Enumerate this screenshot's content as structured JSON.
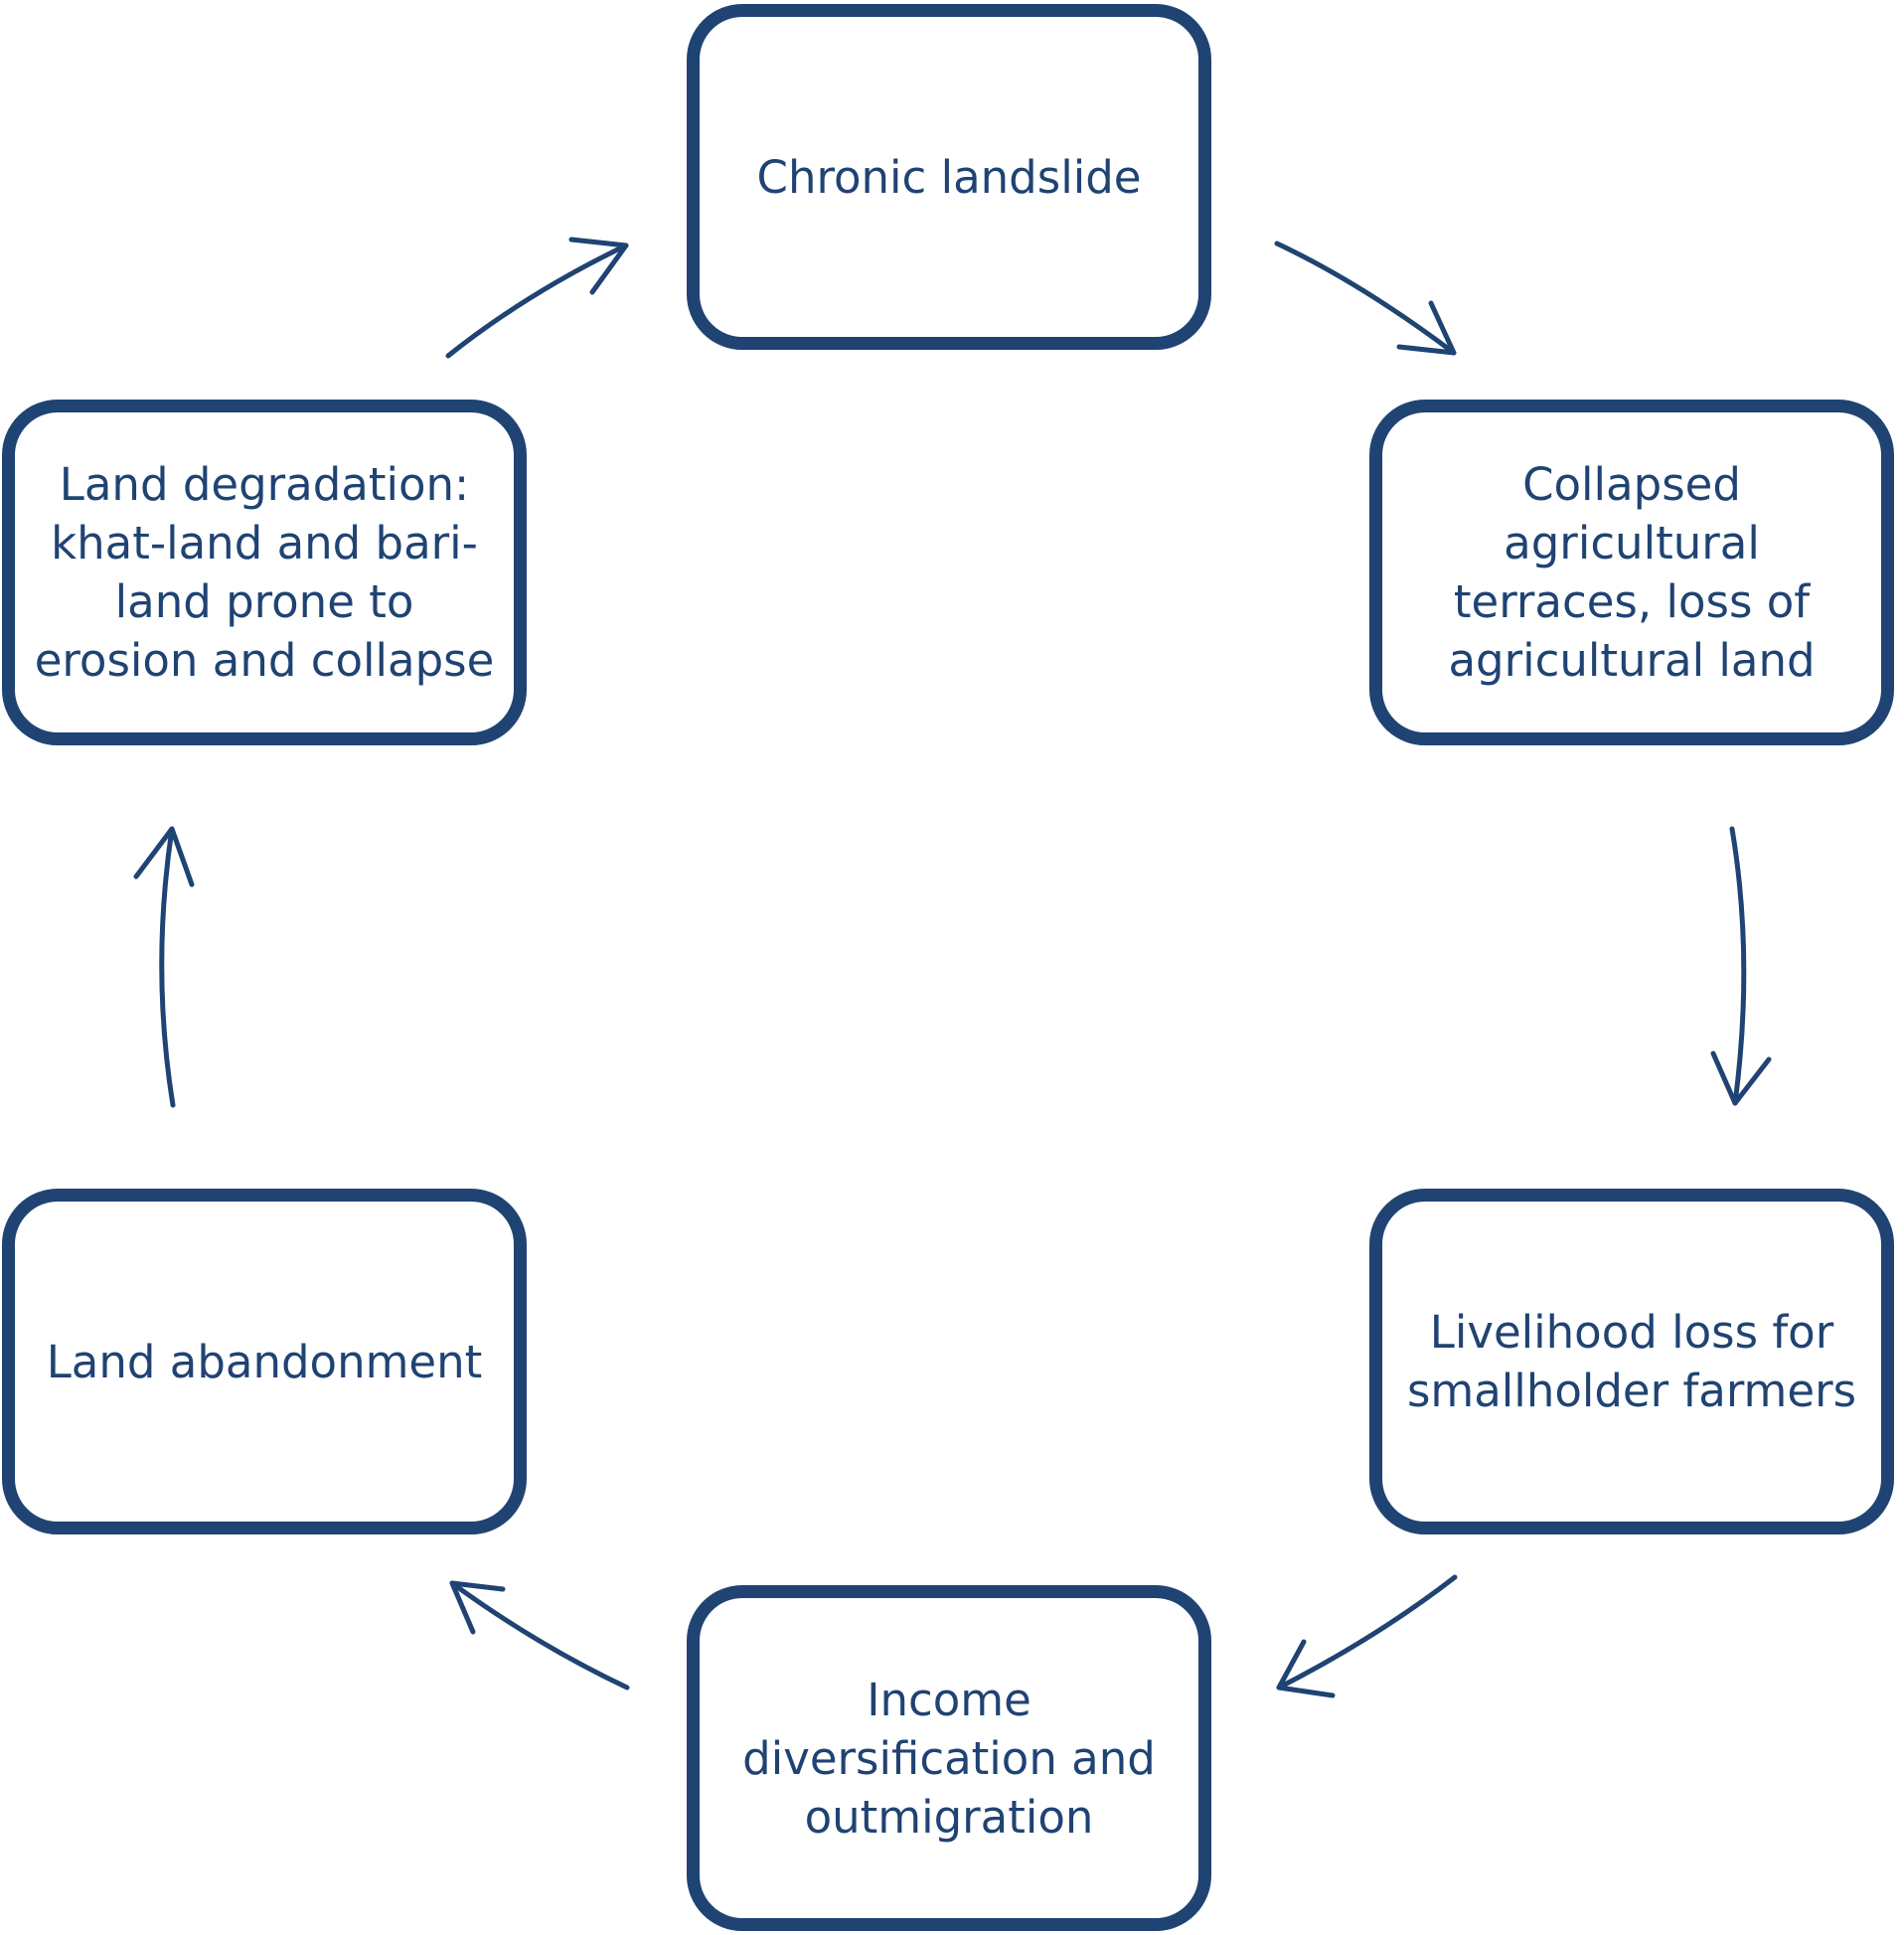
{
  "diagram": {
    "nodes": [
      {
        "id": "chronic-landslide",
        "label": "Chronic landslide"
      },
      {
        "id": "collapsed-terraces",
        "label": "Collapsed agricultural terraces, loss of agricultural land"
      },
      {
        "id": "livelihood-loss",
        "label": "Livelihood loss for smallholder farmers"
      },
      {
        "id": "income-diversification",
        "label": "Income diversification and outmigration"
      },
      {
        "id": "land-abandonment",
        "label": "Land abandonment"
      },
      {
        "id": "land-degradation",
        "label": "Land degradation: khat-land and bari-land prone to erosion and collapse"
      }
    ],
    "edges": [
      {
        "from": "chronic-landslide",
        "to": "collapsed-terraces"
      },
      {
        "from": "collapsed-terraces",
        "to": "livelihood-loss"
      },
      {
        "from": "livelihood-loss",
        "to": "income-diversification"
      },
      {
        "from": "income-diversification",
        "to": "land-abandonment"
      },
      {
        "from": "land-abandonment",
        "to": "land-degradation"
      },
      {
        "from": "land-degradation",
        "to": "chronic-landslide"
      }
    ]
  },
  "colors": {
    "accent": "#1f4373",
    "background": "#ffffff"
  }
}
